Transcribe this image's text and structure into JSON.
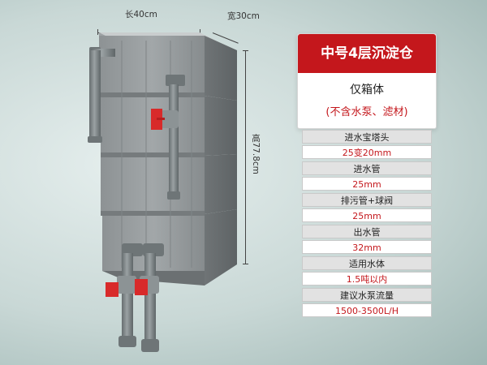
{
  "dimensions": {
    "length_label": "长40cm",
    "width_label": "宽30cm",
    "height_label": "高77.8cm"
  },
  "product_title": "中号4层沉淀仓",
  "subtitle": "仅箱体",
  "note": "(不含水泵、滤材)",
  "specs": [
    {
      "label": "进水宝塔头",
      "value": "25变20mm"
    },
    {
      "label": "进水管",
      "value": "25mm"
    },
    {
      "label": "排污管+球阀",
      "value": "25mm"
    },
    {
      "label": "出水管",
      "value": "32mm"
    },
    {
      "label": "适用水体",
      "value": "1.5吨以内"
    },
    {
      "label": "建议水泵流量",
      "value": "1500-3500L/H"
    }
  ],
  "colors": {
    "accent_red": "#c4171c",
    "box_gray": "#8a8f91",
    "pipe_gray": "#7c8385",
    "valve_red": "#d82a2a"
  }
}
